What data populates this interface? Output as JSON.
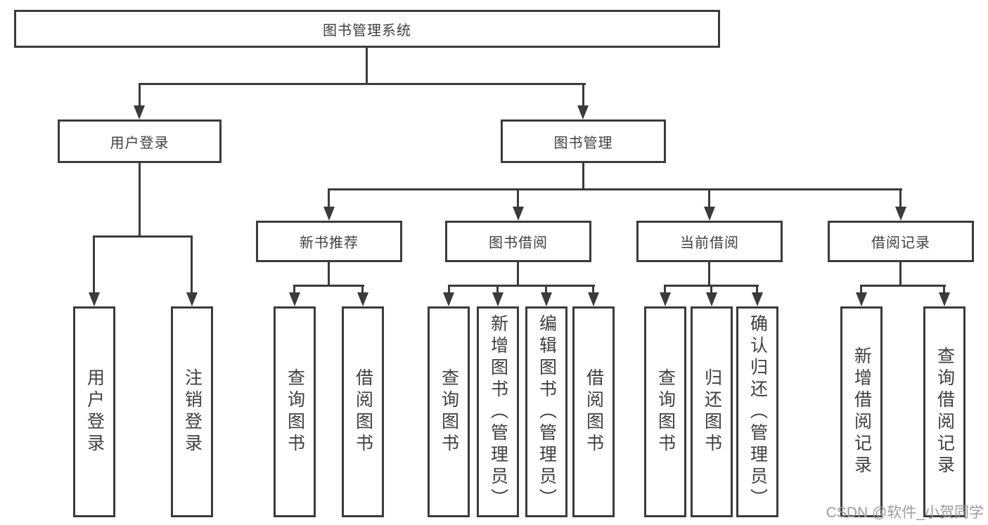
{
  "diagram": {
    "root": {
      "label": "图书管理系统"
    },
    "level2": [
      {
        "label": "用户登录",
        "children": [
          "用户登录",
          "注销登录"
        ]
      },
      {
        "label": "图书管理",
        "groups": [
          {
            "label": "新书推荐",
            "children": [
              "查询图书",
              "借阅图书"
            ]
          },
          {
            "label": "图书借阅",
            "children": [
              "查询图书",
              "新增图书（管理员）",
              "编辑图书（管理员）",
              "借阅图书"
            ]
          },
          {
            "label": "当前借阅",
            "children": [
              "查询图书",
              "归还图书",
              "确认归还（管理员）"
            ]
          },
          {
            "label": "借阅记录",
            "children": [
              "新增借阅记录",
              "查询借阅记录"
            ]
          }
        ]
      }
    ]
  },
  "watermark": {
    "text": "CSDN @软件_小贺同学",
    "color": "#9b9ba1"
  },
  "colors": {
    "line": "#3b3b3b",
    "text": "#3f3f3f",
    "box_fill": "#ffffff",
    "background": "#ffffff"
  }
}
